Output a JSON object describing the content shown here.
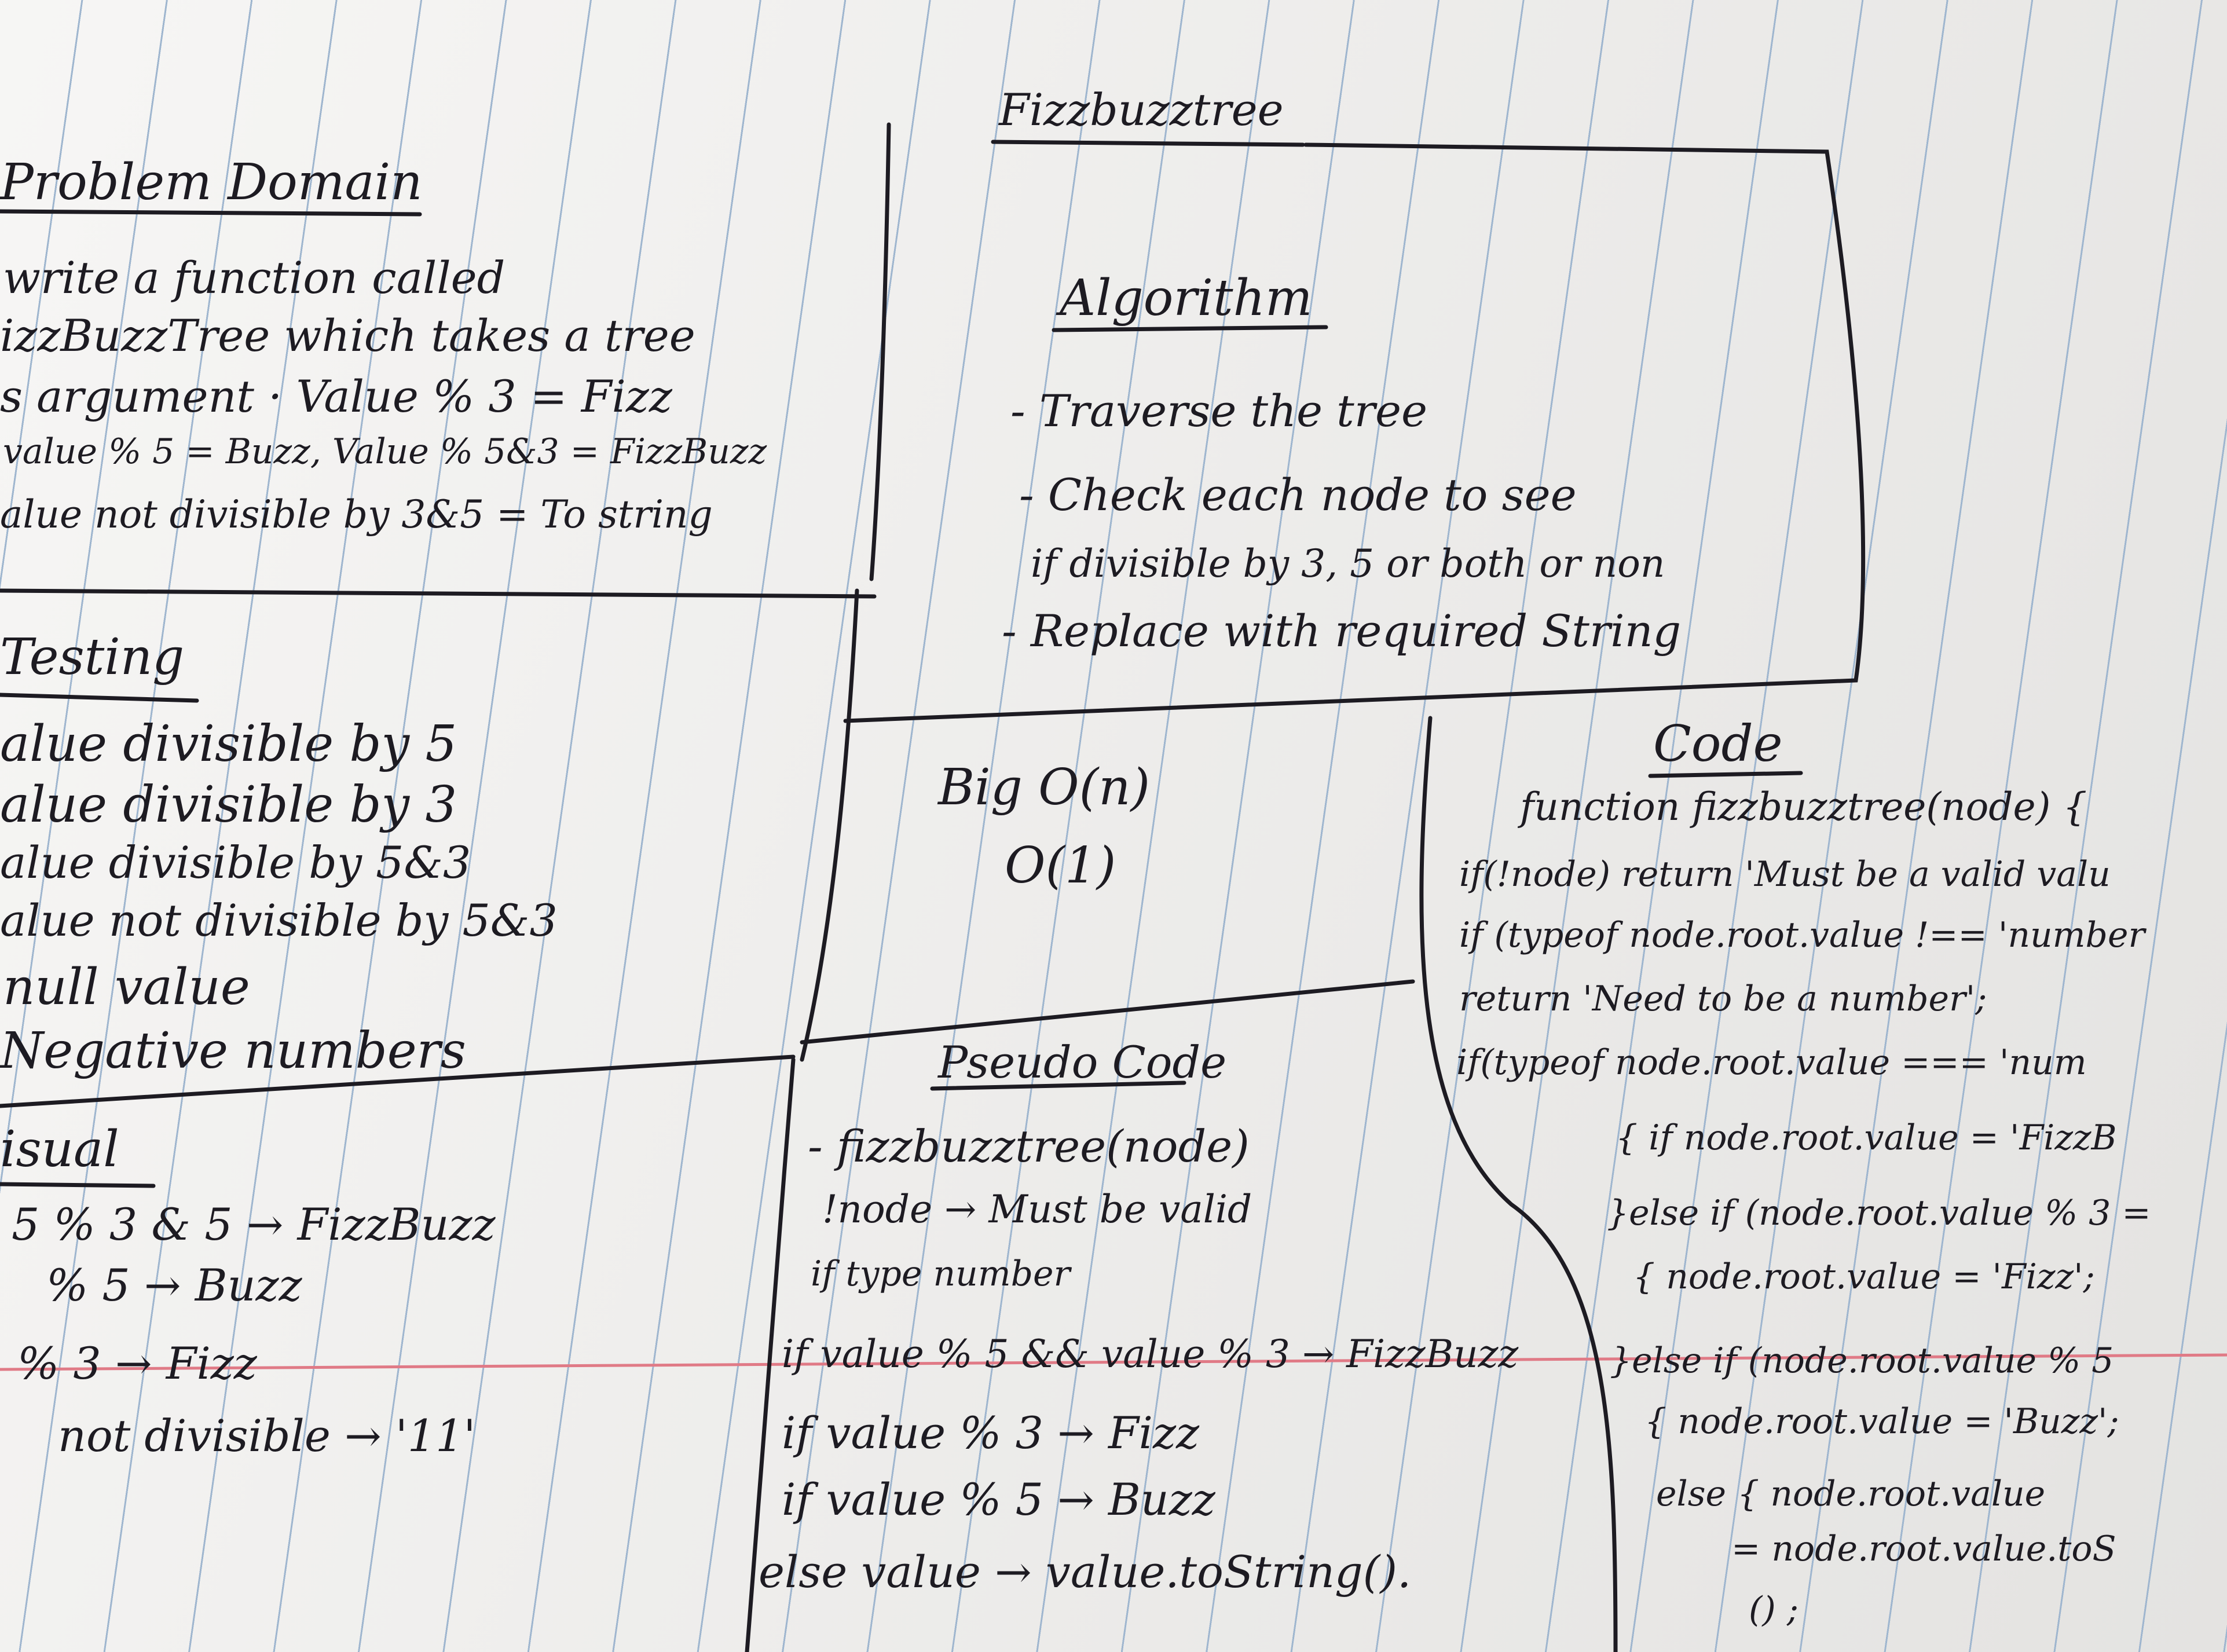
{
  "title": "Fizzbuzztree",
  "problem_domain": {
    "heading": "Problem Domain",
    "lines": [
      "write a function called",
      "izzBuzzTree which takes a tree",
      "s argument · Value % 3 = Fizz",
      "value % 5 = Buzz, Value % 5&3 = FizzBuzz",
      "alue not divisible by 3&5 = To string"
    ]
  },
  "algorithm": {
    "heading": "Algorithm",
    "lines": [
      "- Traverse the tree",
      "- Check each node to see",
      "if divisible by 3, 5 or both or non",
      "- Replace with required String"
    ]
  },
  "testing": {
    "heading": "Testing",
    "lines": [
      "alue divisible by 5",
      "alue divisible by 3",
      "alue divisible by 5&3",
      "alue not divisible by 5&3",
      "null value",
      "Negative numbers"
    ]
  },
  "visual": {
    "heading": "isual",
    "lines": [
      "5 % 3 & 5 → FizzBuzz",
      "% 5 → Buzz",
      "% 3 → Fizz",
      "not divisible → '11'"
    ]
  },
  "big_o": {
    "time": "Big O(n)",
    "space": "O(1)"
  },
  "pseudo_code": {
    "heading": "Pseudo Code",
    "lines": [
      "- fizzbuzztree(node)",
      "!node → Must be valid",
      "if type number",
      "if value % 5 && value % 3 → FizzBuzz",
      "if value % 3 → Fizz",
      "if value % 5 → Buzz",
      "else value → value.toString()."
    ]
  },
  "code": {
    "heading": "Code",
    "lines": [
      "function fizzbuzztree(node) {",
      "if(!node) return 'Must be a valid valu",
      "if (typeof node.root.value !== 'number",
      "return 'Need to be a number';",
      "if(typeof node.root.value === 'num",
      "{ if node.root.value = 'FizzB",
      "}else if (node.root.value % 3 =",
      "{ node.root.value = 'Fizz';",
      "}else if (node.root.value % 5",
      "{ node.root.value = 'Buzz';",
      "else { node.root.value",
      "= node.root.value.toS",
      "() ;"
    ]
  },
  "colors": {
    "paper": "#f2f1ef",
    "rule_lines": "#9fb6cf",
    "margin_line": "#e07a86",
    "ink": "#1d1b22"
  }
}
